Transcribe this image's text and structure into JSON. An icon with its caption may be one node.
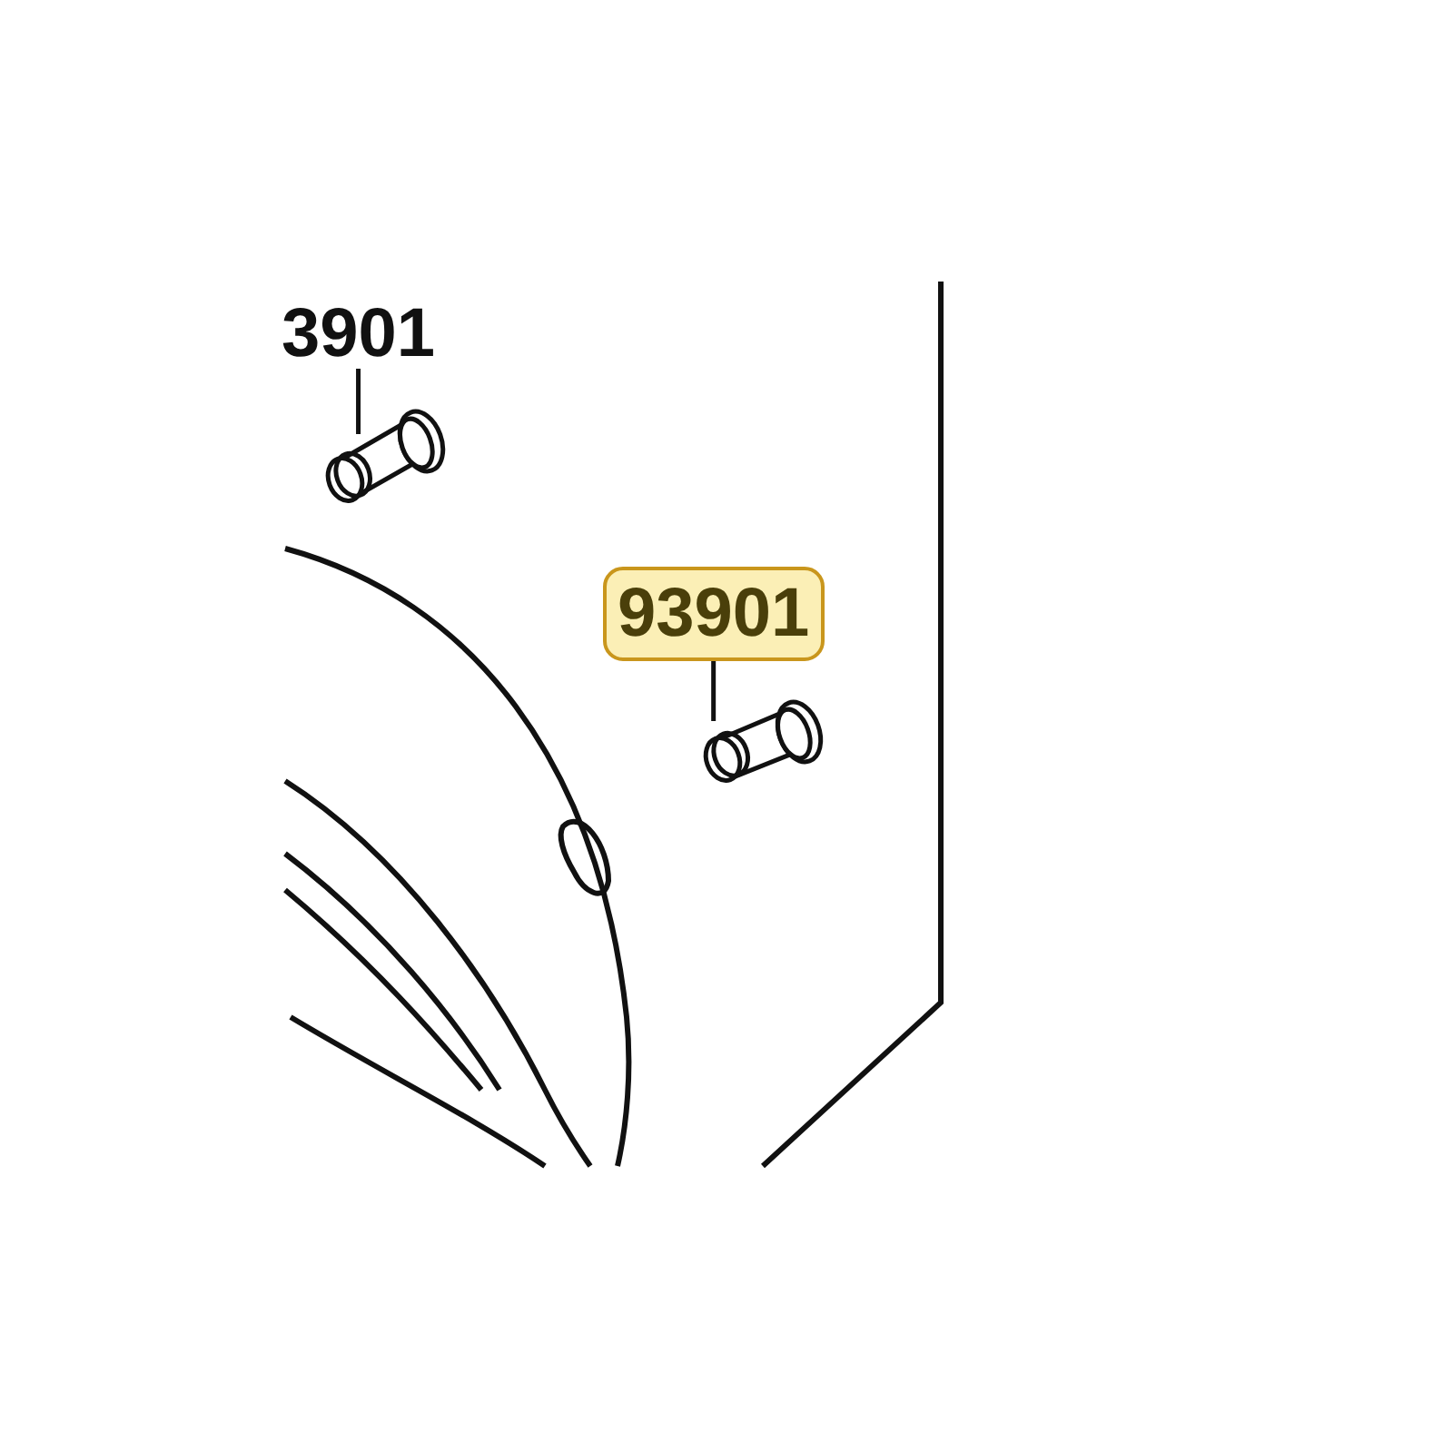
{
  "diagram": {
    "nodes": [
      {
        "text": [
          "3901"
        ]
      },
      {
        "text": [],
        "shape": "picture"
      },
      {
        "text": [
          "93901"
        ]
      },
      {
        "text": [],
        "shape": "picture"
      }
    ],
    "edges": [
      {
        "from": 0,
        "to": 1,
        "arrow": "none"
      },
      {
        "from": 2,
        "to": 3,
        "arrow": "none"
      }
    ]
  }
}
